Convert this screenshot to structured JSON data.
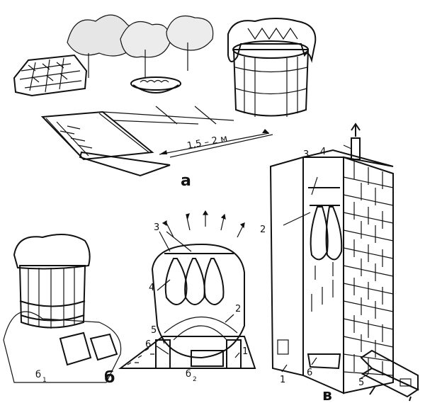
{
  "panels": {
    "a": {
      "letter": "а",
      "distance": "1,5 – 2 м"
    },
    "b": {
      "letter": "б",
      "sub1": "б",
      "sub1_index": "1",
      "sub2": "б",
      "sub2_index": "2",
      "callouts": [
        "1",
        "2",
        "3",
        "4",
        "5",
        "6"
      ]
    },
    "c": {
      "letter": "в",
      "callouts": [
        "1",
        "2",
        "3",
        "4",
        "5",
        "6"
      ]
    }
  }
}
